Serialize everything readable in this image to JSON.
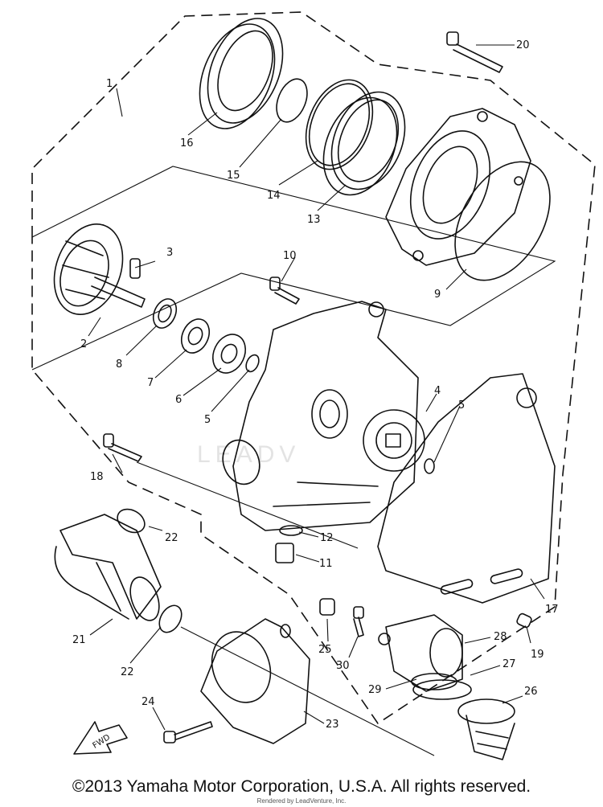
{
  "callouts": {
    "c1": "1",
    "c2": "2",
    "c3": "3",
    "c4": "4",
    "c5a": "5",
    "c5b": "5",
    "c6": "6",
    "c7": "7",
    "c8": "8",
    "c9": "9",
    "c10": "10",
    "c11": "11",
    "c12": "12",
    "c13": "13",
    "c14": "14",
    "c15": "15",
    "c16": "16",
    "c17": "17",
    "c18": "18",
    "c19": "19",
    "c20": "20",
    "c21": "21",
    "c22a": "22",
    "c22b": "22",
    "c23": "23",
    "c24": "24",
    "c25": "25",
    "c26": "26",
    "c27": "27",
    "c28": "28",
    "c29": "29",
    "c30": "30"
  },
  "fwd_label": "FWD",
  "watermark": "LEADV",
  "footer": {
    "copyright": "©2013 Yamaha Motor Corporation, U.S.A. All rights reserved.",
    "rendered_by": "Rendered by LeadVenture, Inc."
  }
}
